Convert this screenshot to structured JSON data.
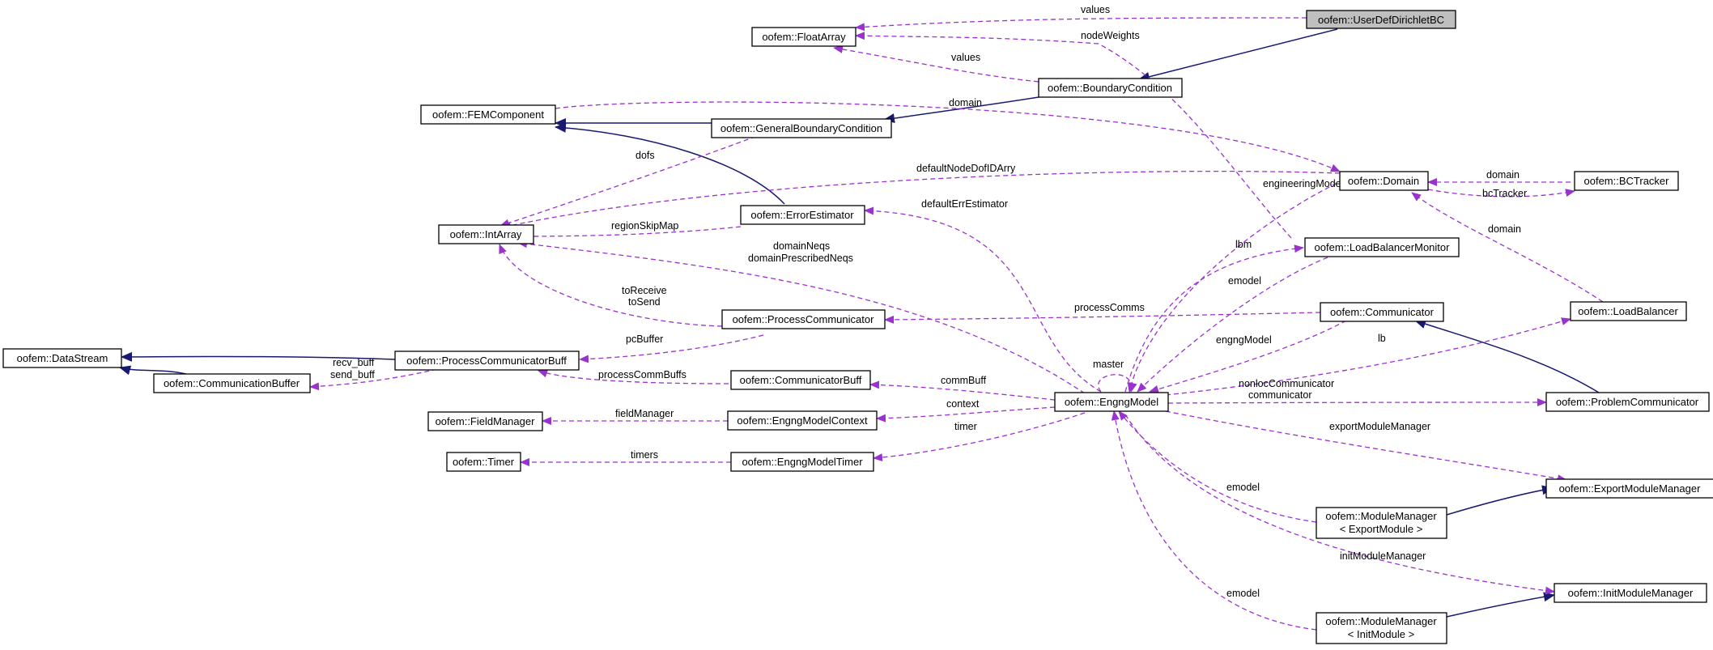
{
  "colors": {
    "inherit": "#191970",
    "use": "#9a32cd",
    "highlight": "#bfbfbf"
  },
  "nodes": {
    "userdef": "oofem::UserDefDirichletBC",
    "floatarray": "oofem::FloatArray",
    "boundary": "oofem::BoundaryCondition",
    "femcomponent": "oofem::FEMComponent",
    "generalbc": "oofem::GeneralBoundaryCondition",
    "domain": "oofem::Domain",
    "bctracker": "oofem::BCTracker",
    "intarray": "oofem::IntArray",
    "errorest": "oofem::ErrorEstimator",
    "lbmonitor": "oofem::LoadBalancerMonitor",
    "communicator": "oofem::Communicator",
    "loadbalancer": "oofem::LoadBalancer",
    "processcomm": "oofem::ProcessCommunicator",
    "datastream": "oofem::DataStream",
    "pcbuff": "oofem::ProcessCommunicatorBuff",
    "commbuffer": "oofem::CommunicationBuffer",
    "commbuff": "oofem::CommunicatorBuff",
    "engngmodel": "oofem::EngngModel",
    "problemcomm": "oofem::ProblemCommunicator",
    "fieldmanager": "oofem::FieldManager",
    "context": "oofem::EngngModelContext",
    "timer": "oofem::Timer",
    "modeltimer": "oofem::EngngModelTimer",
    "exportmm": "oofem::ExportModuleManager",
    "mmexport_1": "oofem::ModuleManager",
    "mmexport_2": "< ExportModule >",
    "initmm": "oofem::InitModuleManager",
    "mminit_1": "oofem::ModuleManager",
    "mminit_2": "< InitModule >"
  },
  "labels": {
    "values_top": "values",
    "nodeweights": "nodeWeights",
    "values_bc": "values",
    "domain_gbc": "domain",
    "dofs": "dofs",
    "defaultnode": "defaultNodeDofIDArry",
    "domain_bct": "domain",
    "bctracker": "bcTracker",
    "engineeringmodel": "engineeringModel",
    "defaulterr": "defaultErrEstimator",
    "regionskip": "regionSkipMap",
    "domainneqs": "domainNeqs",
    "domainprescribed": "domainPrescribedNeqs",
    "lbm": "lbm",
    "domain_lb": "domain",
    "emodel_lbm": "emodel",
    "toreceive": "toReceive",
    "tosend": "toSend",
    "processcomms": "processComms",
    "pcbuffer": "pcBuffer",
    "engngmodel_comm": "engngModel",
    "lb": "lb",
    "recvbuff": "recv_buff",
    "sendbuff": "send_buff",
    "processcommbuffs": "processCommBuffs",
    "master": "master",
    "commbuff": "commBuff",
    "nonloc": "nonlocCommunicator",
    "communicator": "communicator",
    "fieldmanager": "fieldManager",
    "context": "context",
    "timer": "timer",
    "timers": "timers",
    "exportmm": "exportModuleManager",
    "emodel_export": "emodel",
    "initmm": "initModuleManager",
    "emodel_init": "emodel"
  }
}
